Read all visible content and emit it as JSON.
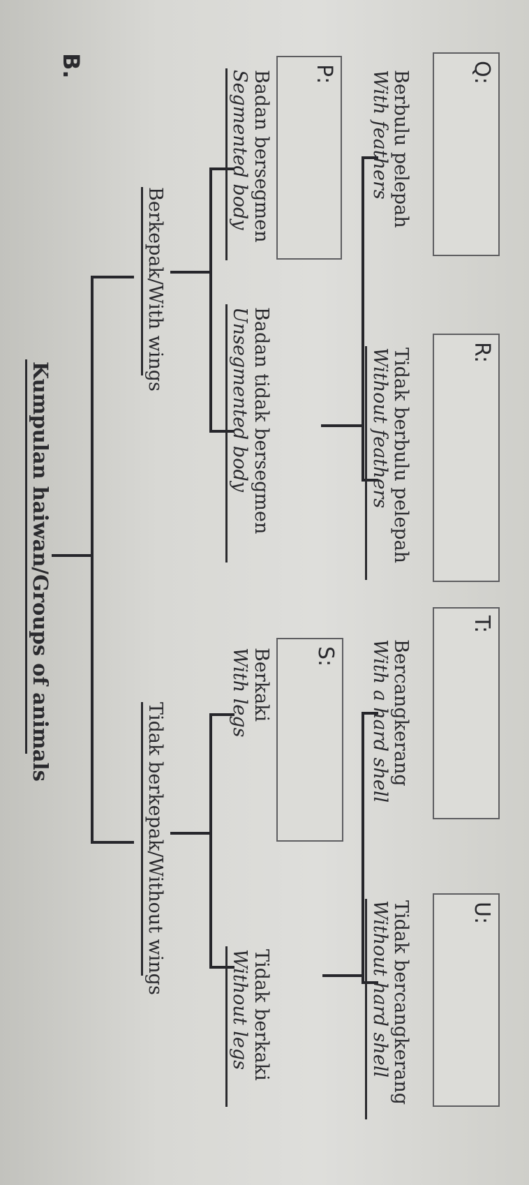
{
  "section_label": "B.",
  "title": "Kumpulan haiwan/Groups of animals",
  "level1": {
    "left": "Berkepak/With wings",
    "right": "Tidak berkepak/Without wings"
  },
  "level2": [
    {
      "ms": "Badan bersegmen",
      "en": "Segmented body"
    },
    {
      "ms": "Badan tidak bersegmen",
      "en": "Unsegmented body"
    },
    {
      "ms": "Berkaki",
      "en": "With legs"
    },
    {
      "ms": "Tidak berkaki",
      "en": "Without legs"
    }
  ],
  "level3": [
    {
      "ms": "Berbulu pelepah",
      "en": "With feathers"
    },
    {
      "ms": "Tidak berbulu pelepah",
      "en": "Without feathers"
    },
    {
      "ms": "Bercangkerang",
      "en": "With a hard shell"
    },
    {
      "ms": "Tidak bercangkerang",
      "en": "Without hard shell"
    }
  ],
  "boxes": [
    "P:",
    "S:",
    "Q:",
    "R:",
    "T:",
    "U:"
  ]
}
